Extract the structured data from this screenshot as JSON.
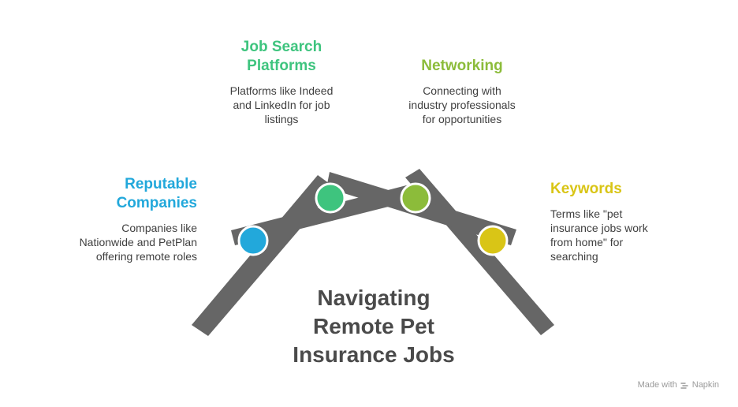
{
  "main_title": {
    "line1": "Navigating",
    "line2": "Remote Pet",
    "line3": "Insurance Jobs"
  },
  "items": [
    {
      "title_line1": "Job Search",
      "title_line2": "Platforms",
      "desc_line1": "Platforms like Indeed",
      "desc_line2": "and LinkedIn for job",
      "desc_line3": "listings",
      "color": "#3ec47e"
    },
    {
      "title_line1": "Networking",
      "desc_line1": "Connecting with",
      "desc_line2": "industry professionals",
      "desc_line3": "for opportunities",
      "color": "#8cbc3a"
    },
    {
      "title_line1": "Reputable",
      "title_line2": "Companies",
      "desc_line1": "Companies like",
      "desc_line2": "Nationwide and PetPlan",
      "desc_line3": "offering remote roles",
      "color": "#22a8db"
    },
    {
      "title_line1": "Keywords",
      "desc_line1": "Terms like \"pet",
      "desc_line2": "insurance jobs work",
      "desc_line3": "from home\" for",
      "desc_line4": "searching",
      "color": "#d9c516"
    }
  ],
  "beam_color": "#666666",
  "watermark": {
    "prefix": "Made with",
    "brand": "Napkin",
    "icon": "napkin-logo-icon"
  }
}
